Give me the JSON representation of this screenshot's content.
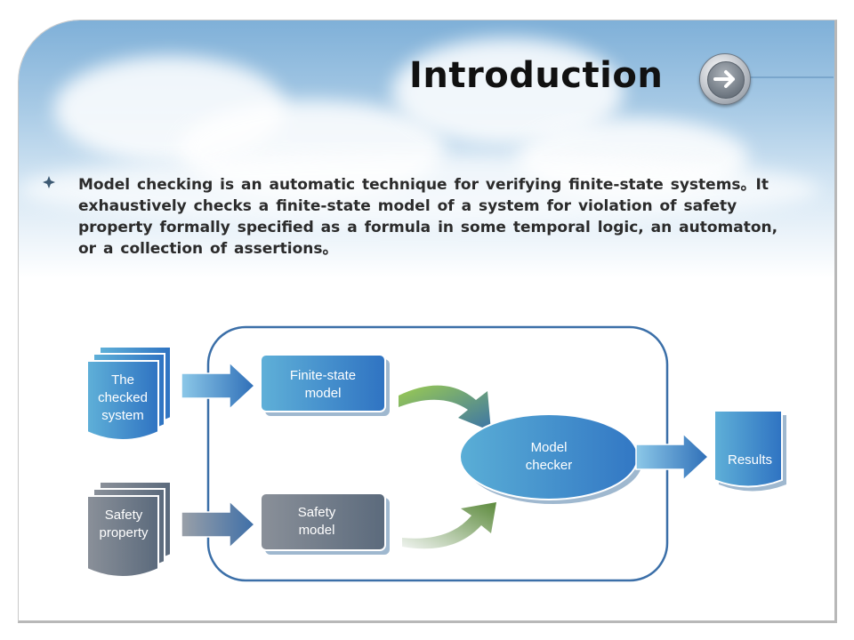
{
  "slide": {
    "title": "Introduction",
    "body": "Model checking is an automatic technique for verifying finite-state systems。It exhaustively checks a finite-state model of a system for violation of safety property formally specified as a formula in some temporal logic, an automaton, or a collection of assertions。"
  },
  "diagram": {
    "checked_system": [
      "The",
      "checked",
      "system"
    ],
    "safety_property": [
      "Safety",
      "property"
    ],
    "finite_state_model": [
      "Finite-state",
      "model"
    ],
    "safety_model": [
      "Safety",
      "model"
    ],
    "model_checker": [
      "Model",
      "checker"
    ],
    "results": "Results"
  },
  "colors": {
    "blue_fill": "#3c88c8",
    "gray_fill": "#6e7a86",
    "container_stroke": "#3b6fa8",
    "curve_green": "#94c24f"
  },
  "icons": {
    "bullet": "diamond-bullet-icon",
    "nav": "next-arrow-icon"
  }
}
